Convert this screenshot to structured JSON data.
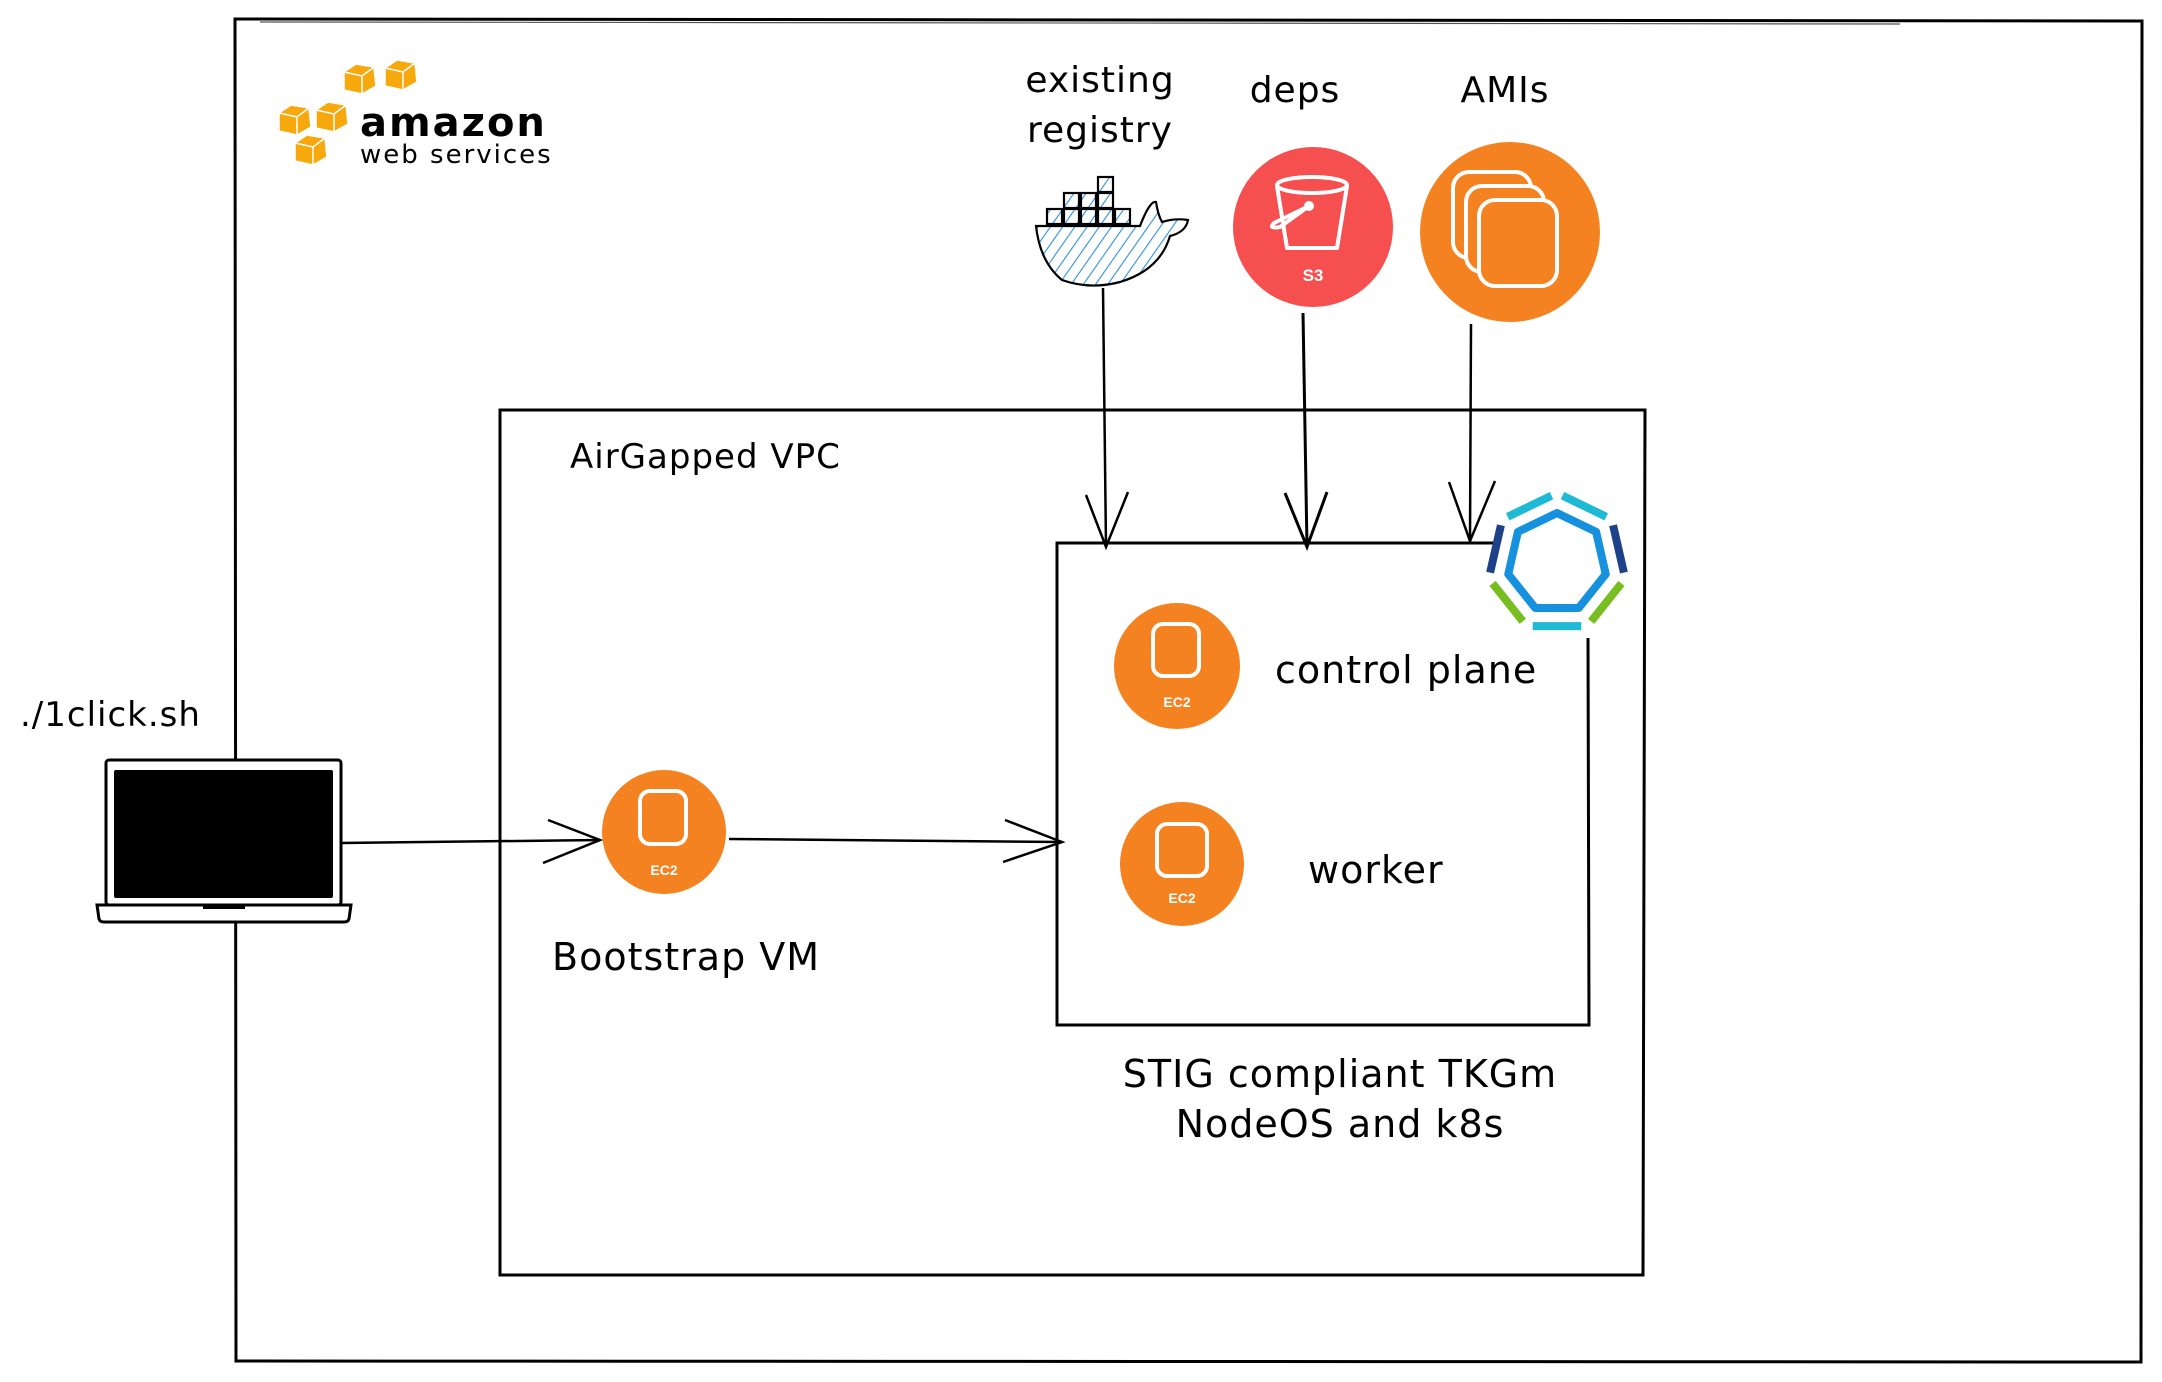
{
  "diagram": {
    "title": "AirGapped TKGm deployment on AWS",
    "colors": {
      "aws_orange": "#F7A80D",
      "ec2_orange": "#F58220",
      "s3_red": "#F54F4F",
      "docker_blue": "#2F8FE0",
      "tanzu_light_blue": "#1DB9D5",
      "tanzu_blue": "#1591DD",
      "tanzu_dark_blue": "#1D428A",
      "tanzu_green": "#78BE20",
      "stroke": "#000000"
    },
    "aws_logo": {
      "icon": "aws-cubes-icon",
      "line1": "amazon",
      "line2": "web services"
    },
    "client": {
      "label": "./1click.sh",
      "icon": "laptop-icon"
    },
    "vpc": {
      "label": "AirGapped VPC"
    },
    "bootstrap": {
      "label": "Bootstrap VM",
      "badge": "EC2",
      "icon": "ec2-instance-icon"
    },
    "external_sources": [
      {
        "id": "registry",
        "label_line1": "existing",
        "label_line2": "registry",
        "icon": "docker-whale-icon"
      },
      {
        "id": "deps",
        "label_line1": "deps",
        "label_line2": "",
        "icon": "s3-bucket-icon",
        "badge": "S3"
      },
      {
        "id": "amis",
        "label_line1": "AMIs",
        "label_line2": "",
        "icon": "ami-stack-icon"
      }
    ],
    "cluster": {
      "icon": "tanzu-logo-icon",
      "caption_line1": "STIG compliant TKGm",
      "caption_line2": "NodeOS and k8s",
      "nodes": [
        {
          "label": "control plane",
          "badge": "EC2"
        },
        {
          "label": "worker",
          "badge": "EC2"
        }
      ]
    },
    "edges": [
      {
        "from": "client",
        "to": "bootstrap"
      },
      {
        "from": "bootstrap",
        "to": "cluster"
      },
      {
        "from": "registry",
        "to": "cluster"
      },
      {
        "from": "deps",
        "to": "cluster"
      },
      {
        "from": "amis",
        "to": "cluster"
      }
    ]
  }
}
